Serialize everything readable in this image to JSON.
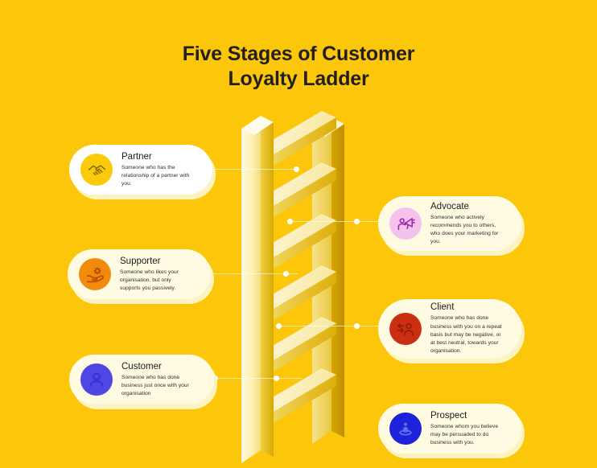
{
  "title": {
    "line1": "Five Stages of Customer",
    "line2": "Loyalty Ladder"
  },
  "colors": {
    "background": "#FCC60A",
    "card": "#FFFFFF",
    "card_tint": "#FFFBE3",
    "card_shadow": "#FDF3C0",
    "title_text": "#231F20",
    "connector": "#FFFFFF",
    "ladder_light": "#FFF6CF",
    "ladder_mid": "#F5DE7A",
    "ladder_dark": "#D8A800"
  },
  "stages": [
    {
      "label": "Partner",
      "description": "Someone who has the relationship of a partner with you.",
      "icon": "handshake-icon",
      "side": "left",
      "circle_color": "#FBCB0B",
      "icon_color": "#8A6A00"
    },
    {
      "label": "Advocate",
      "description": "Someone who actively recommends you to others, who does your marketing for you.",
      "icon": "megaphone-person-icon",
      "side": "right",
      "circle_color": "#F4C2EA",
      "icon_color": "#9B27B0"
    },
    {
      "label": "Supporter",
      "description": "Someone who likes your organisation, but only supports you passively.",
      "icon": "hand-gear-icon",
      "side": "left",
      "circle_color": "#F28B0C",
      "icon_color": "#B34A00"
    },
    {
      "label": "Client",
      "description": "Someone who has done business with you on a repeat basis but may be negative, or at best neutral, towards your organisation.",
      "icon": "repeat-customer-icon",
      "side": "right",
      "circle_color": "#CC2E12",
      "icon_color": "#8E1B06"
    },
    {
      "label": "Customer",
      "description": "Someone who has done business just once with your organisation",
      "icon": "person-icon",
      "side": "left",
      "circle_color": "#4F46E5",
      "icon_color": "#3A2FD0"
    },
    {
      "label": "Prospect",
      "description": "Someone whom you believe may be persuaded to do business with you.",
      "icon": "person-target-icon",
      "side": "right",
      "circle_color": "#1E22D8",
      "icon_color": "#5B73F0"
    }
  ]
}
